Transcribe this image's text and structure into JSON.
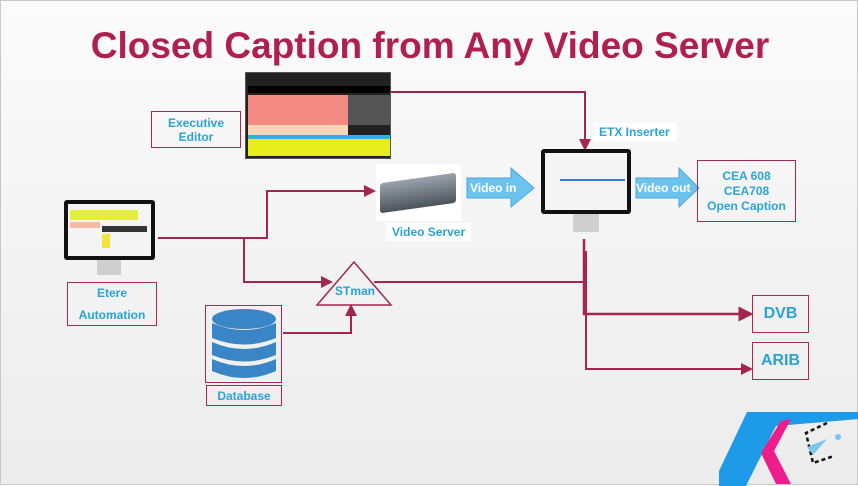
{
  "title": "Closed Caption from Any Video Server",
  "labels": {
    "executive_editor": [
      "Executive",
      "Editor"
    ],
    "etere_automation": [
      "Etere",
      "Automation"
    ],
    "video_server": "Video Server",
    "video_in": "Video in",
    "video_out": "Video out",
    "etx_inserter": "ETX Inserter",
    "outputs": [
      "CEA 608",
      "CEA708",
      "Open Caption"
    ],
    "stman": "STman",
    "database": "Database",
    "dvb": "DVB",
    "arib": "ARIB"
  },
  "colors": {
    "title": "#b0204f",
    "line": "#a3264f",
    "label": "#29a3d6",
    "arrow": "#6cc3ee"
  }
}
